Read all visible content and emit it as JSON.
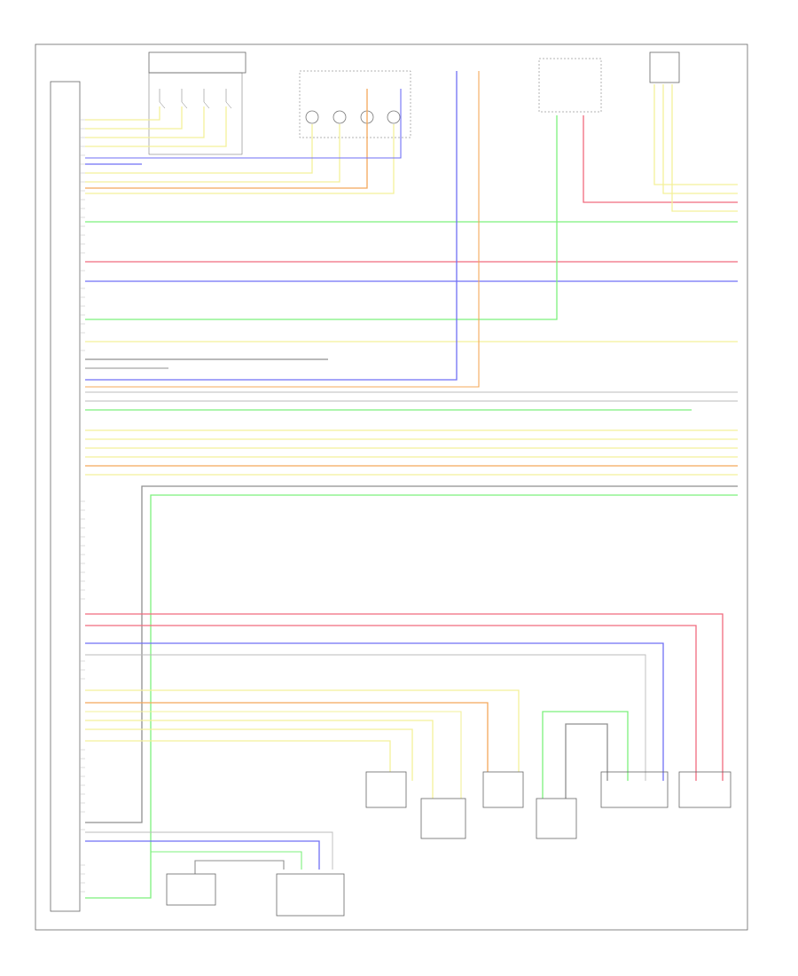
{
  "colors": {
    "yellow": "#f3f09a",
    "red": "#f06b7e",
    "blue": "#6f6ff5",
    "green": "#7cf07c",
    "orange": "#f4a85a",
    "gray": "#8f8f8f",
    "outline": "#555555"
  },
  "diagram": {
    "page_id": "",
    "module_label": "",
    "transmission_switch_label": "",
    "turbo_label": "",
    "right_front_label": "",
    "pressure_sensor_label": "",
    "components": [
      {
        "id": "c1",
        "label": ""
      },
      {
        "id": "c2",
        "label": ""
      },
      {
        "id": "c3",
        "label": ""
      },
      {
        "id": "c4",
        "label": ""
      },
      {
        "id": "c5",
        "label": ""
      },
      {
        "id": "c6",
        "label": ""
      },
      {
        "id": "c7",
        "label": ""
      },
      {
        "id": "c8",
        "label": ""
      }
    ]
  }
}
